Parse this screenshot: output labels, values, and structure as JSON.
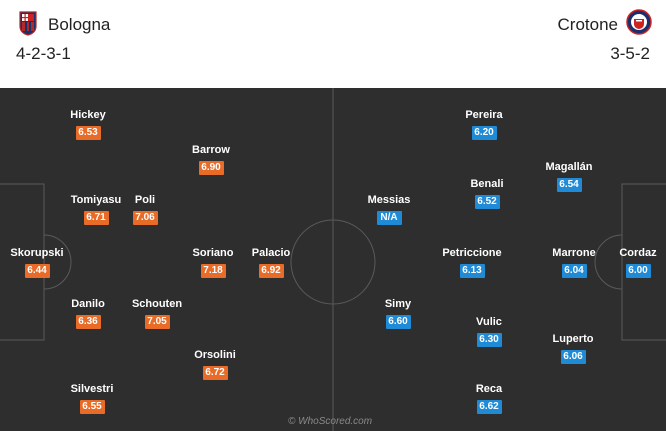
{
  "home": {
    "name": "Bologna",
    "formation": "4-2-3-1",
    "crest_icon": "bologna-crest-icon",
    "color": "#e86b27",
    "players": [
      {
        "name": "Hickey",
        "rating": "6.53"
      },
      {
        "name": "Barrow",
        "rating": "6.90"
      },
      {
        "name": "Tomiyasu",
        "rating": "6.71"
      },
      {
        "name": "Poli",
        "rating": "7.06"
      },
      {
        "name": "Skorupski",
        "rating": "6.44"
      },
      {
        "name": "Soriano",
        "rating": "7.18"
      },
      {
        "name": "Palacio",
        "rating": "6.92"
      },
      {
        "name": "Danilo",
        "rating": "6.36"
      },
      {
        "name": "Schouten",
        "rating": "7.05"
      },
      {
        "name": "Orsolini",
        "rating": "6.72"
      },
      {
        "name": "Silvestri",
        "rating": "6.55"
      }
    ]
  },
  "away": {
    "name": "Crotone",
    "formation": "3-5-2",
    "crest_icon": "crotone-crest-icon",
    "color": "#1f8ad6",
    "players": [
      {
        "name": "Pereira",
        "rating": "6.20"
      },
      {
        "name": "Magallán",
        "rating": "6.54"
      },
      {
        "name": "Messias",
        "rating": "N/A"
      },
      {
        "name": "Benali",
        "rating": "6.52"
      },
      {
        "name": "Petriccione",
        "rating": "6.13"
      },
      {
        "name": "Marrone",
        "rating": "6.04"
      },
      {
        "name": "Cordaz",
        "rating": "6.00"
      },
      {
        "name": "Simy",
        "rating": "6.60"
      },
      {
        "name": "Vulic",
        "rating": "6.30"
      },
      {
        "name": "Luperto",
        "rating": "6.06"
      },
      {
        "name": "Reca",
        "rating": "6.62"
      }
    ]
  },
  "pitch_color": "#2e2e2e",
  "watermark": "© WhoScored.com"
}
